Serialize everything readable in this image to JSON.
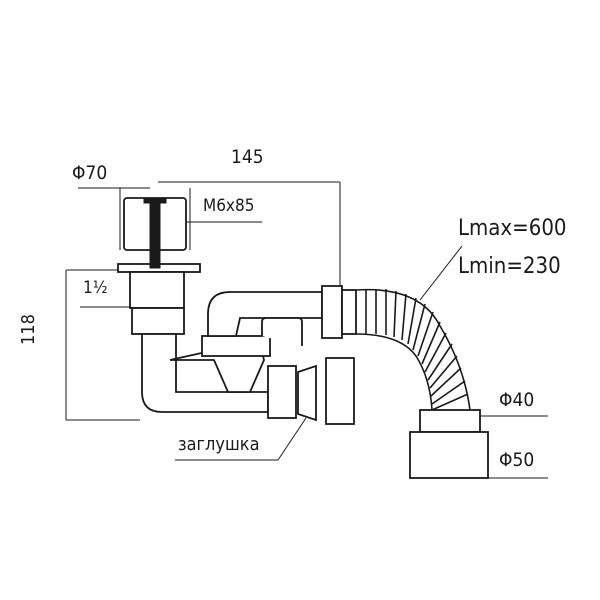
{
  "labels": {
    "diameter_top": "Φ70",
    "length_total": "145",
    "bolt_size": "M6x85",
    "hose_length_max": "Lmax=600",
    "hose_length_min": "Lmin=230",
    "thread_size": "1½",
    "height_total": "118",
    "diameter_hose": "Φ40",
    "diameter_outlet": "Φ50",
    "plug_label": "заглушка"
  }
}
